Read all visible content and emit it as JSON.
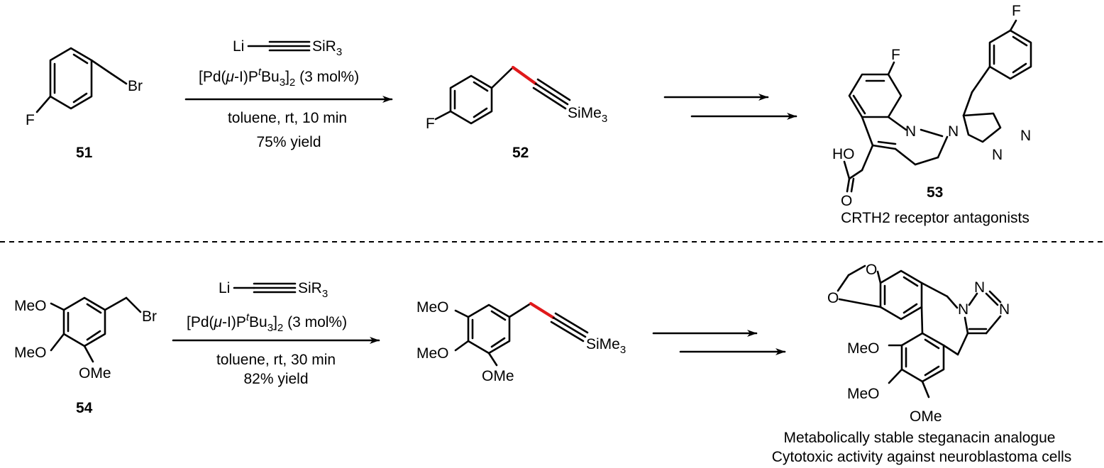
{
  "scheme_top": {
    "reagent_line1": {
      "li": "Li",
      "silyl": "SiR",
      "silyl_sub": "3"
    },
    "reagent_line2": {
      "a": "[Pd(",
      "mu": "μ",
      "b": "-I)P",
      "t": "t",
      "c": "Bu",
      "c_sub": "3",
      "d": "]",
      "d_sub": "2",
      "e": " (3 mol%)"
    },
    "conditions": "toluene, rt, 10 min",
    "yield": "75% yield",
    "start_label": "51",
    "start_atoms": {
      "F": "F",
      "Br": "Br"
    },
    "product_label": "52",
    "product_atoms": {
      "F": "F",
      "silyl": "SiMe",
      "silyl_sub": "3"
    },
    "target_label": "53",
    "target_atoms": {
      "F_top": "F",
      "F_ring": "F",
      "N_indole": "N",
      "N1": "N",
      "N2": "N",
      "N3": "N",
      "HO": "HO",
      "O": "O"
    },
    "target_caption": "CRTH2 receptor antagonists"
  },
  "scheme_bottom": {
    "reagent_line1": {
      "li": "Li",
      "silyl": "SiR",
      "silyl_sub": "3"
    },
    "reagent_line2": {
      "a": "[Pd(",
      "mu": "μ",
      "b": "-I)P",
      "t": "t",
      "c": "Bu",
      "c_sub": "3",
      "d": "]",
      "d_sub": "2",
      "e": " (3 mol%)"
    },
    "conditions": "toluene, rt, 30 min",
    "yield": "82% yield",
    "start_label": "54",
    "start_atoms": {
      "MeO1": "MeO",
      "MeO2": "MeO",
      "OMe": "OMe",
      "Br": "Br"
    },
    "product_atoms": {
      "MeO1": "MeO",
      "MeO2": "MeO",
      "OMe": "OMe",
      "silyl": "SiMe",
      "silyl_sub": "3"
    },
    "target_atoms": {
      "O1": "O",
      "O2": "O",
      "N1": "N",
      "N2": "N",
      "N3": "N",
      "MeO1": "MeO",
      "MeO2": "MeO",
      "OMe": "OMe"
    },
    "target_caption_1": "Metabolically stable steganacin analogue",
    "target_caption_2": "Cytotoxic activity against neuroblastoma cells"
  },
  "colors": {
    "bond": "#000000",
    "new_bond": "#e0191b"
  }
}
